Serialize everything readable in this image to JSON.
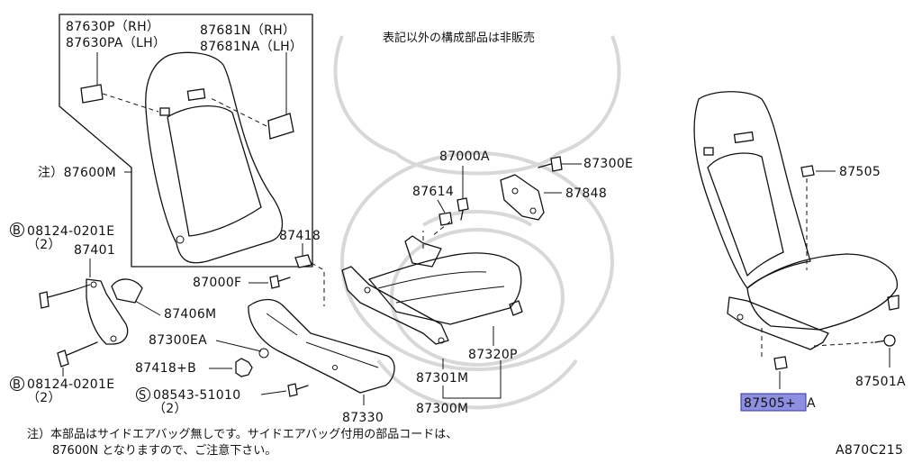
{
  "header_note": "表記以外の構成部品は非販売",
  "footer_note": {
    "line1": "注）本部品はサイドエアバッグ無しです。サイドエアバッグ付用の部品コードは、",
    "line2": "87600N となりますので、ご注意下さい。"
  },
  "diagram_code": "A870C215",
  "parts": {
    "p87630P": "87630P（RH）",
    "p87630PA": "87630PA（LH）",
    "p87681N": "87681N（RH）",
    "p87681NA": "87681NA（LH）",
    "p87600M": "注）87600M",
    "bolt_top_code": "08124-0201E",
    "bolt_top_qty": "（2）",
    "p87401": "87401",
    "p87406M": "87406M",
    "bolt_bot_code": "08124-0201E",
    "bolt_bot_qty": "（2）",
    "p87418": "87418",
    "p87000F": "87000F",
    "p87300EA": "87300EA",
    "p87418B": "87418+B",
    "screw_code": "08543-51010",
    "screw_qty": "（2）",
    "p87330": "87330",
    "p87000A": "87000A",
    "p87614": "87614",
    "p87300E": "87300E",
    "p87848": "87848",
    "p87320P": "87320P",
    "p87301M": "87301M",
    "p87300M": "87300M",
    "p87505": "87505",
    "p87501A": "87501A",
    "p87505A_code": "87505+",
    "p87505A_suffix": "A"
  },
  "circled_marks": {
    "bolt": "B",
    "screw": "S"
  },
  "highlight_color": "#8d8fe0"
}
